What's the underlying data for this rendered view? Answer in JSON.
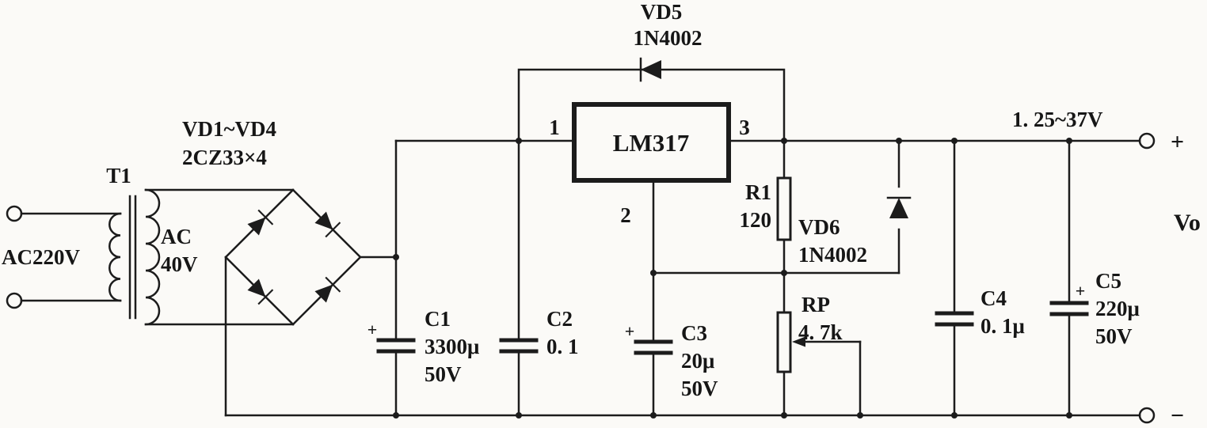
{
  "title": "LM317 adjustable regulated power supply schematic",
  "colors": {
    "ink": "#1c1c1c",
    "paper": "#fbfaf7"
  },
  "schematic": {
    "input": {
      "source": "AC220V",
      "transformer": "T1",
      "secondary": [
        "AC",
        "40V"
      ]
    },
    "rectifier": {
      "label": [
        "VD1~VD4",
        "2CZ33×4"
      ]
    },
    "regulator": {
      "part": "LM317",
      "pins": {
        "input": "1",
        "output": "3",
        "adjust": "2"
      }
    },
    "protection": {
      "vd5": [
        "VD5",
        "1N4002"
      ],
      "vd6": [
        "VD6",
        "1N4002"
      ]
    },
    "resistors": {
      "r1": [
        "R1",
        "120"
      ],
      "rp": [
        "RP",
        "4. 7k"
      ]
    },
    "capacitors": {
      "c1": [
        "C1",
        "3300μ",
        "50V"
      ],
      "c2": [
        "C2",
        "0. 1"
      ],
      "c3": [
        "C3",
        "20μ",
        "50V"
      ],
      "c4": [
        "C4",
        "0. 1μ"
      ],
      "c5": [
        "C5",
        "220μ",
        "50V"
      ]
    },
    "output": {
      "range": "1. 25~37V",
      "positive": "+",
      "negative": "−",
      "symbol": "Vo"
    },
    "polarity_mark": "+"
  }
}
